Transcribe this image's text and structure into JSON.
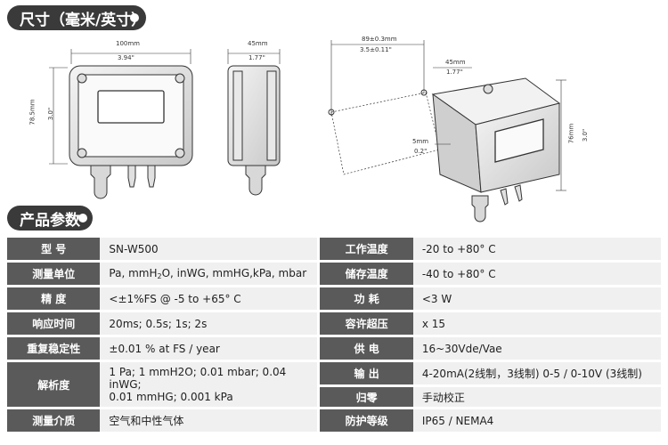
{
  "section_dimensions": {
    "title": "尺寸（毫米/英寸）"
  },
  "section_params": {
    "title": "产品参数"
  },
  "drawing": {
    "front_width_mm": "100mm",
    "front_width_in": "3.94\"",
    "front_height_mm": "78.5mm",
    "front_height_in": "3.0\"",
    "side_depth_mm": "45mm",
    "side_depth_in": "1.77\"",
    "iso_hole_mm": "89±0.3mm",
    "iso_hole_in": "3.5±0.11\"",
    "iso_depth_mm": "45mm",
    "iso_depth_in": "1.77\"",
    "iso_height_mm": "76mm",
    "iso_height_in": "3.0\"",
    "iso_small_mm": "5mm",
    "iso_small_in": "0.2\""
  },
  "specs": {
    "model_label": "型 号",
    "model_value": "SN-W500",
    "unit_label": "测量单位",
    "unit_value_prefix": "Pa, mmH",
    "unit_value_sub": "2",
    "unit_value_suffix": "O, inWG, mmHG,kPa, mbar",
    "accuracy_label": "精 度",
    "accuracy_value": "<±1%FS @ -5 to +65° C",
    "response_label": "响应时间",
    "response_value": "20ms; 0.5s; 1s; 2s",
    "repeat_label": "重复稳定性",
    "repeat_value": "±0.01 % at FS / year",
    "resolution_label": "解析度",
    "resolution_value_1": "1 Pa; 1 mmH2O; 0.01 mbar; 0.04 inWG;",
    "resolution_value_2": "0.01 mmHG; 0.001 kPa",
    "medium_label": "测量介质",
    "medium_value": "空气和中性气体",
    "work_temp_label": "工作温度",
    "work_temp_value": "-20 to +80° C",
    "store_temp_label": "储存温度",
    "store_temp_value": "-40 to +80° C",
    "power_label": "功 耗",
    "power_value": "<3 W",
    "overload_label": "容许超压",
    "overload_value": "x 15",
    "supply_label": "供 电",
    "supply_value": "16~30Vde/Vae",
    "output_label": "输 出",
    "output_value": "4-20mA(2线制，3线制)    0-5 / 0-10V (3线制)",
    "zero_label": "归零",
    "zero_value": "手动校正",
    "protection_label": "防护等级",
    "protection_value": "IP65 / NEMA4"
  }
}
